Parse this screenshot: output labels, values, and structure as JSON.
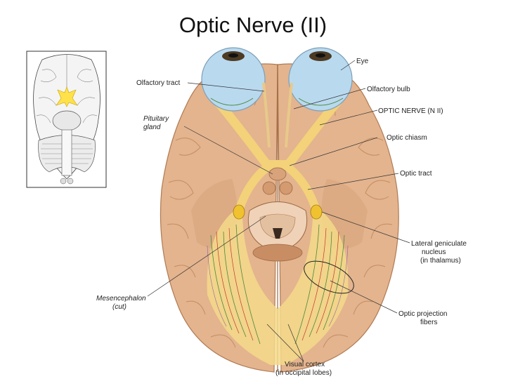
{
  "title": "Optic Nerve (II)",
  "labels": {
    "eye": "Eye",
    "olfactory_tract": "Olfactory tract",
    "olfactory_bulb": "Olfactory bulb",
    "pituitary_line1": "Pituitary",
    "pituitary_line2": "gland",
    "optic_nerve": "OPTIC NERVE (N II)",
    "optic_chiasm": "Optic chiasm",
    "optic_tract": "Optic tract",
    "lgn_line1": "Lateral geniculate",
    "lgn_line2": "nucleus",
    "lgn_line3": "(in thalamus)",
    "mesencephalon_line1": "Mesencephalon",
    "mesencephalon_line2": "(cut)",
    "projection_line1": "Optic projection",
    "projection_line2": "fibers",
    "visual_cortex_line1": "Visual cortex",
    "visual_cortex_line2": "(in occipital lobes)"
  },
  "colors": {
    "brain": "#e3b48e",
    "brain_dark": "#b07a52",
    "eye": "#b9d9ef",
    "nerve": "#f3d27a",
    "highlight": "#ffe14a"
  }
}
